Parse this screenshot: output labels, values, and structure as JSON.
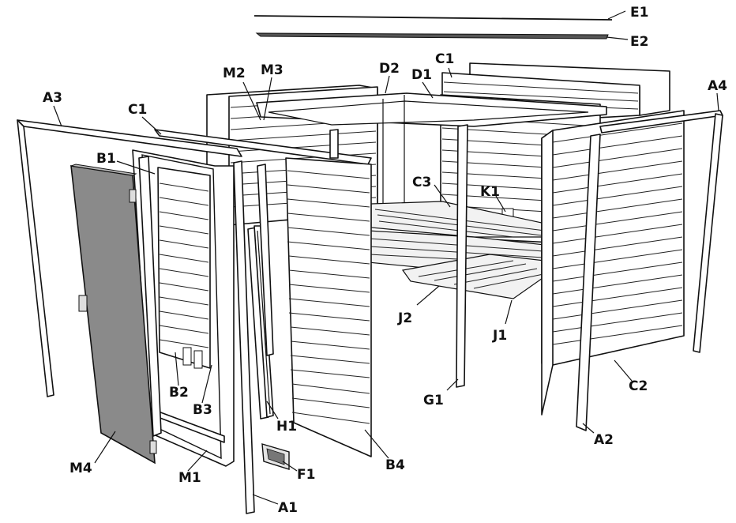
{
  "labels": {
    "E1": "E1",
    "E2": "E2",
    "C1_top": "C1",
    "D2": "D2",
    "D1": "D1",
    "M2": "M2",
    "M3": "M3",
    "A3": "A3",
    "A4": "A4",
    "C1_left": "C1",
    "B1": "B1",
    "C3": "C3",
    "K1": "K1",
    "J2": "J2",
    "J1": "J1",
    "G1": "G1",
    "C2": "C2",
    "A2": "A2",
    "B2": "B2",
    "B3": "B3",
    "H1": "H1",
    "B4": "B4",
    "M4": "M4",
    "M1": "M1",
    "F1": "F1",
    "A1": "A1"
  },
  "colors": {
    "line": "#111111",
    "glass": "#8a8a8a",
    "panel": "#ffffff",
    "bench": "#f2f2f2"
  }
}
